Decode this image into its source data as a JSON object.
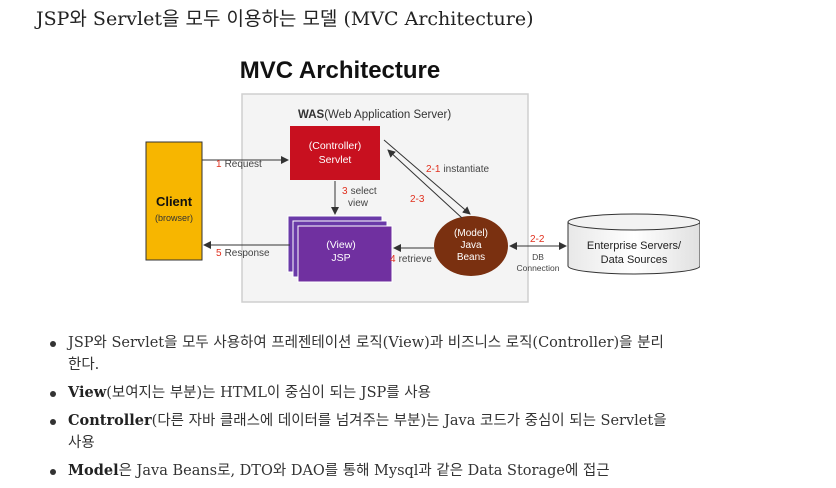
{
  "heading": "JSP와 Servlet을 모두 이용하는 모델 (MVC Architecture)",
  "diagram": {
    "title": "MVC Architecture",
    "was_bold": "WAS",
    "was_rest": "(Web Application Server)",
    "client_title": "Client",
    "client_sub": "(browser)",
    "controller_top": "(Controller)",
    "controller_bottom": "Servlet",
    "view_top": "(View)",
    "view_bottom": "JSP",
    "model_top": "(Model)",
    "model_mid": "Java",
    "model_bottom": "Beans",
    "db_line1": "Enterprise Servers/",
    "db_line2": "Data Sources",
    "step1_num": "1",
    "step1_text": "Request",
    "step21_num": "2-1",
    "step21_text": "instantiate",
    "step22_num": "2-2",
    "step23_num": "2-3",
    "step3_num": "3",
    "step3_text1": "select",
    "step3_text2": "view",
    "step4_num": "4",
    "step4_text": "retrieve",
    "step5_num": "5",
    "step5_text": "Response",
    "db_conn1": "DB",
    "db_conn2": "Connection"
  },
  "bullets": [
    {
      "bold": "",
      "text": "JSP와 Servlet을 모두 사용하여 프레젠테이션 로직(View)과 비즈니스 로직(Controller)을 분리",
      "text2": "한다."
    },
    {
      "bold": "View",
      "text": "(보여지는 부분)는 HTML이 중심이 되는 JSP를 사용",
      "text2": ""
    },
    {
      "bold": "Controller",
      "text": "(다른 자바 클래스에 데이터를 넘겨주는 부분)는 Java 코드가 중심이 되는 Servlet을",
      "text2": "사용"
    },
    {
      "bold": "Model",
      "text": "은 Java Beans로, DTO와 DAO를 통해 Mysql과 같은 Data Storage에 접근",
      "text2": ""
    }
  ]
}
